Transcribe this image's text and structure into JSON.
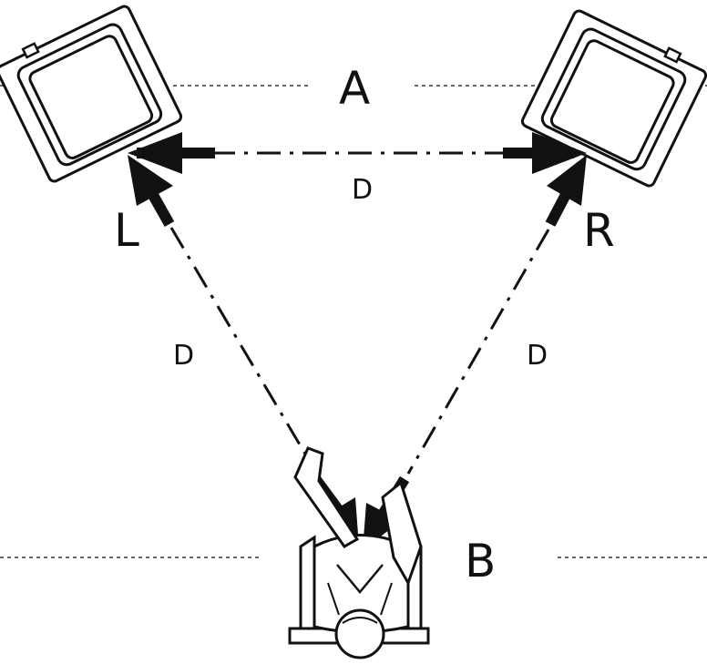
{
  "labels": {
    "listening_line_top": "A",
    "listening_line_bottom": "B",
    "left_speaker": "L",
    "right_speaker": "R",
    "distance_top": "D",
    "distance_left": "D",
    "distance_right": "D"
  },
  "colors": {
    "ink": "#111111",
    "background": "#ffffff"
  }
}
